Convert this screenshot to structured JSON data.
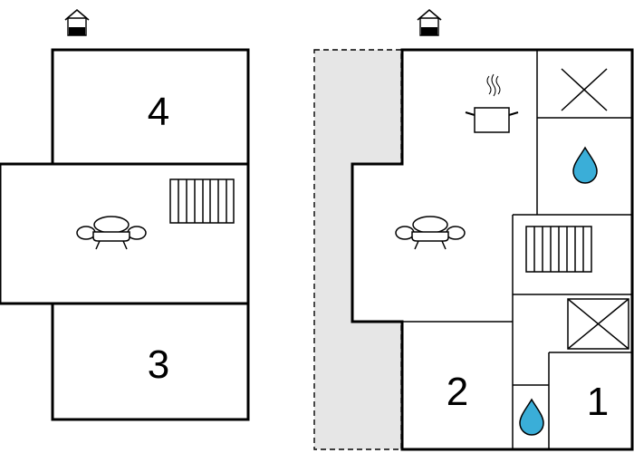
{
  "floor_plan": {
    "left_floor": {
      "rooms": [
        {
          "label": "4"
        },
        {
          "label": "3"
        }
      ],
      "icons": [
        "entrance-icon",
        "armchair-icon",
        "stairs-icon"
      ]
    },
    "right_floor": {
      "rooms": [
        {
          "label": "2"
        },
        {
          "label": "1"
        }
      ],
      "icons": [
        "entrance-icon",
        "cooking-pot-icon",
        "window-cross-icon",
        "water-drop-icon",
        "armchair-icon",
        "stairs-icon"
      ]
    },
    "colors": {
      "wall": "#000000",
      "terrace": "#e6e6e6",
      "water": "#3aaed8"
    }
  }
}
